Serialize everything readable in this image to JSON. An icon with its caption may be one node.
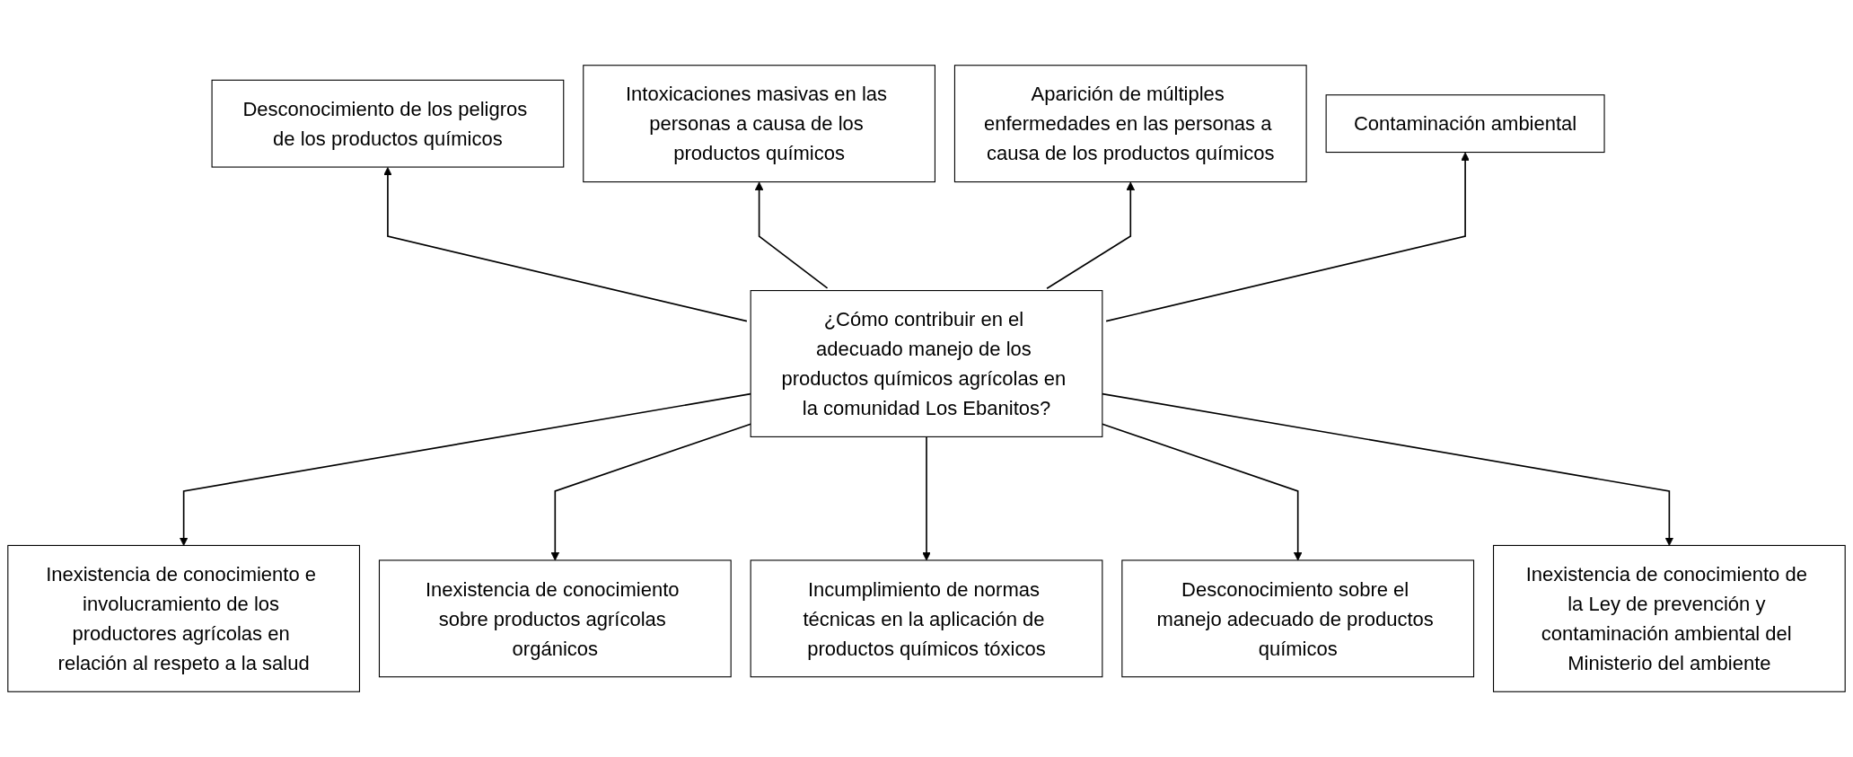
{
  "diagram": {
    "nodes": [
      {
        "text": [
          "Desconocimiento de los peligros de los productos químicos"
        ]
      },
      {
        "text": [
          "Intoxicaciones masivas en las personas a causa de los productos químicos"
        ]
      },
      {
        "text": [
          "Aparición de múltiples enfermedades en las personas a causa de los productos químicos"
        ]
      },
      {
        "text": [
          "Contaminación ambiental"
        ]
      },
      {
        "text": [
          "¿Cómo contribuir en el adecuado manejo de los productos químicos agrícolas en la comunidad Los Ebanitos?"
        ]
      },
      {
        "text": [
          "Inexistencia de conocimiento e involucramiento de los productores agrícolas en relación al respeto a la salud"
        ]
      },
      {
        "text": [
          "Inexistencia de conocimiento sobre productos agrícolas orgánicos"
        ]
      },
      {
        "text": [
          "Incumplimiento de normas técnicas en la aplicación de productos químicos tóxicos"
        ]
      },
      {
        "text": [
          "Desconocimiento sobre el manejo adecuado de productos químicos"
        ]
      },
      {
        "text": [
          "Inexistencia de conocimiento de la Ley de prevención y contaminación ambiental del Ministerio del ambiente"
        ]
      }
    ],
    "edges": [
      {
        "from": 4,
        "to": 0,
        "arrow": "to"
      },
      {
        "from": 4,
        "to": 1,
        "arrow": "to"
      },
      {
        "from": 4,
        "to": 2,
        "arrow": "to"
      },
      {
        "from": 4,
        "to": 3,
        "arrow": "to"
      },
      {
        "from": 4,
        "to": 5,
        "arrow": "to"
      },
      {
        "from": 4,
        "to": 6,
        "arrow": "to"
      },
      {
        "from": 4,
        "to": 7,
        "arrow": "to"
      },
      {
        "from": 4,
        "to": 8,
        "arrow": "to"
      },
      {
        "from": 4,
        "to": 9,
        "arrow": "to"
      }
    ]
  }
}
